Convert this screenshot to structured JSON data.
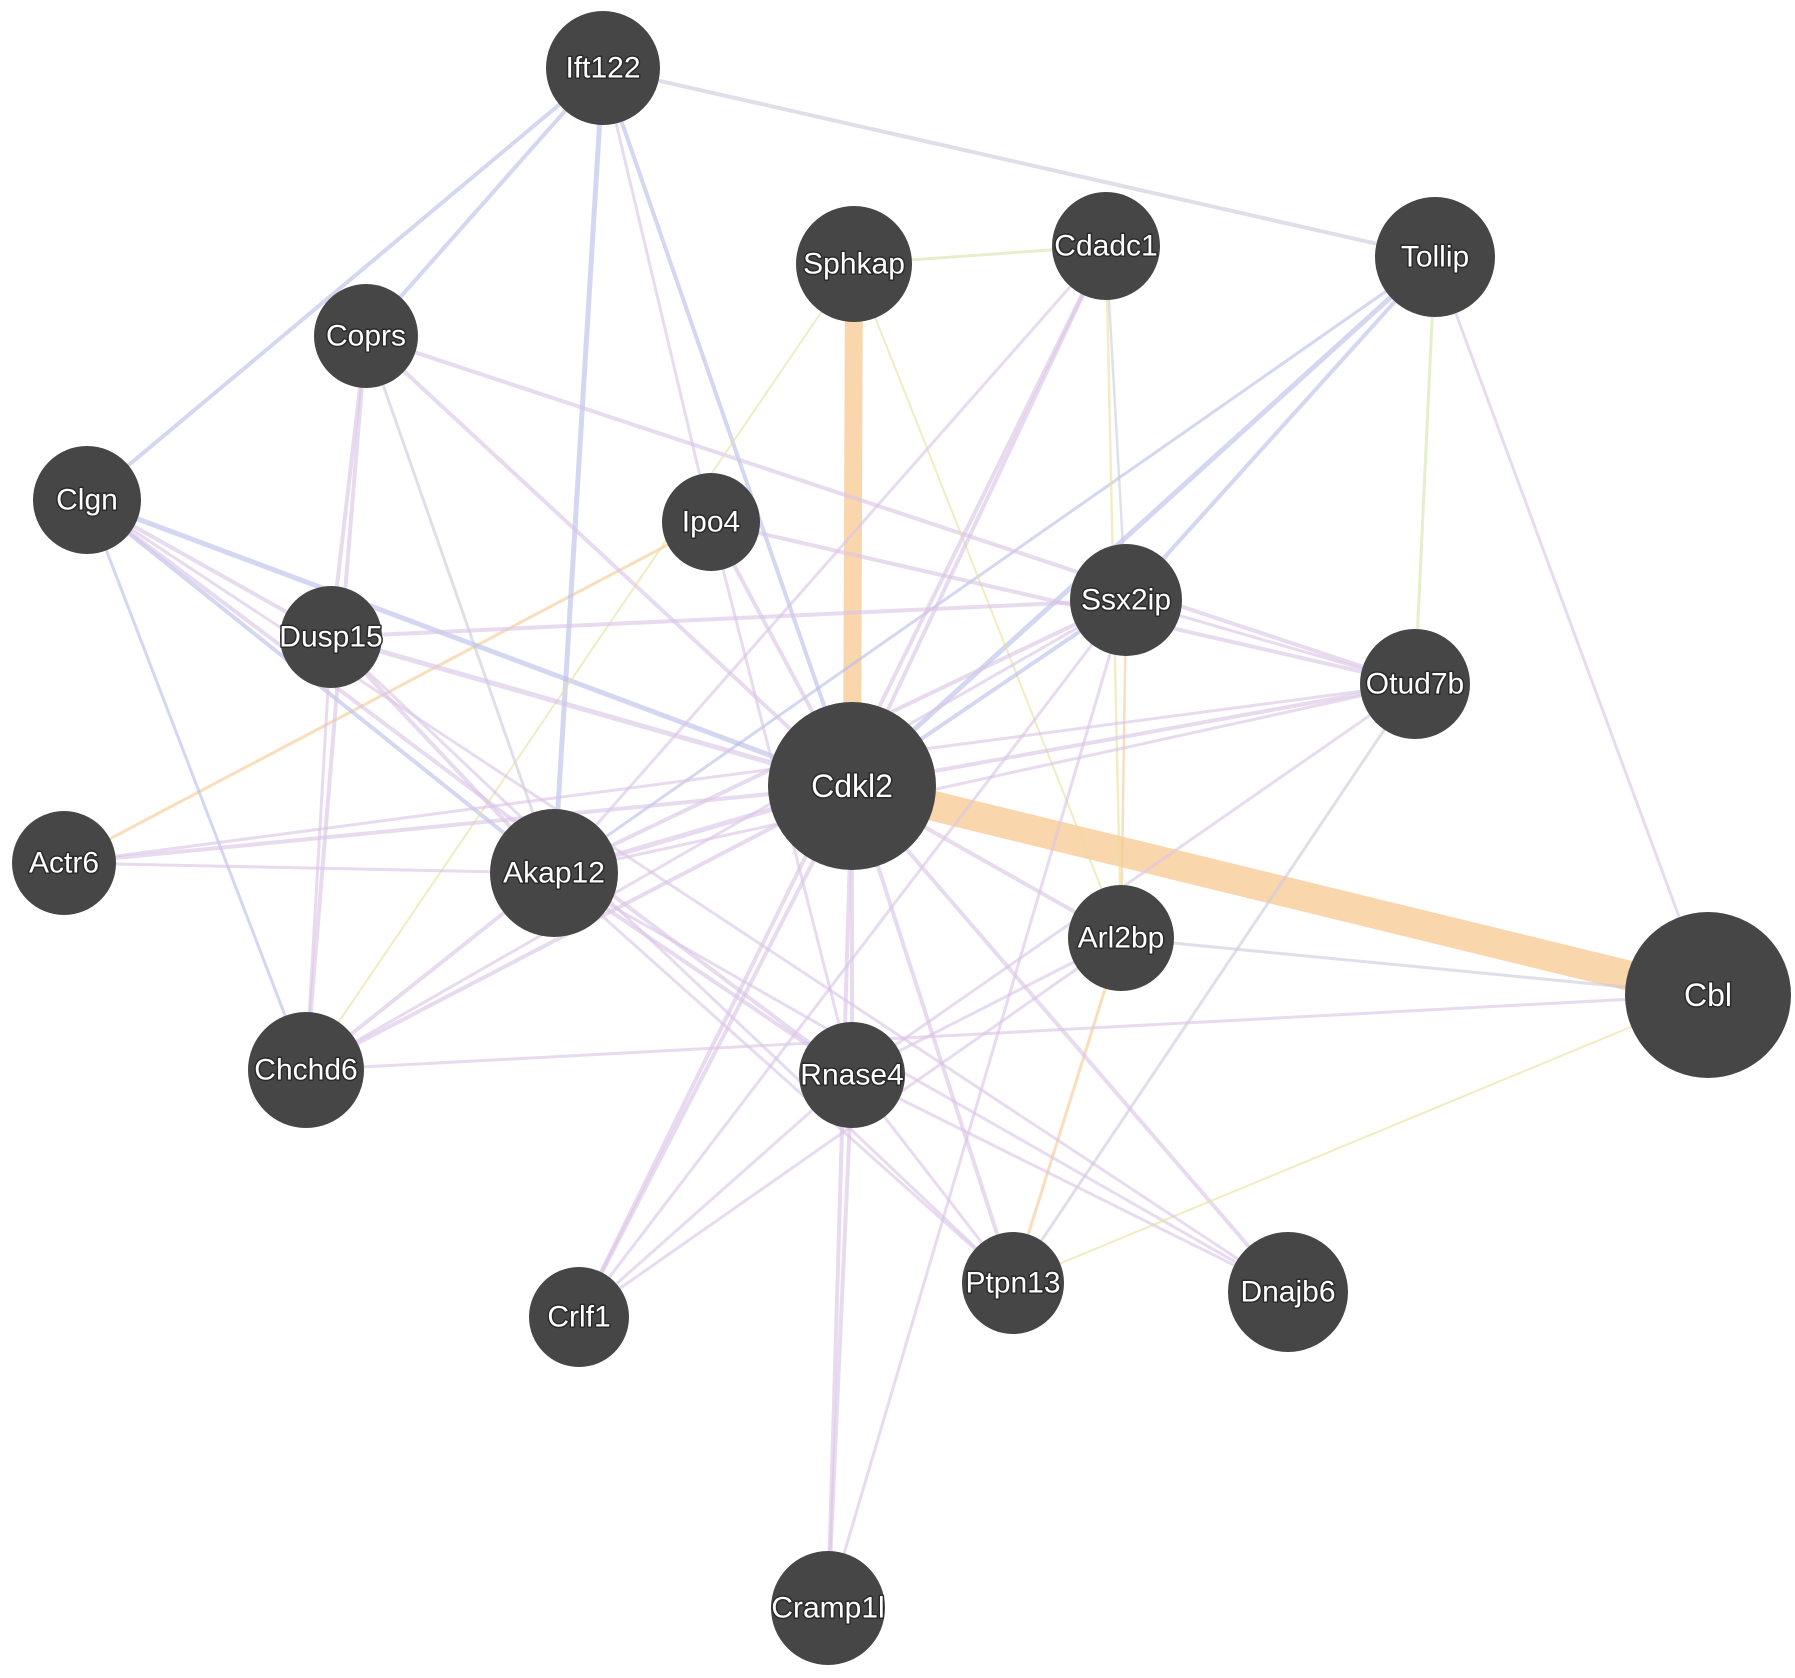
{
  "network": {
    "center_gene": "Cdkl2",
    "edge_colors": {
      "physical": "#b7bde8",
      "coexpression": "#d9c3e6",
      "predicted": "#f7c890",
      "colocalization": "#c9c9dc",
      "pathway": "#e8e09a",
      "genetic": "#d6e4a8"
    },
    "node_color": "#464646",
    "label_color": "#ffffff",
    "nodes": [
      {
        "id": "Ift122",
        "label": "Ift122"
      },
      {
        "id": "Sphkap",
        "label": "Sphkap"
      },
      {
        "id": "Cdadc1",
        "label": "Cdadc1"
      },
      {
        "id": "Tollip",
        "label": "Tollip"
      },
      {
        "id": "Coprs",
        "label": "Coprs"
      },
      {
        "id": "Clgn",
        "label": "Clgn"
      },
      {
        "id": "Ipo4",
        "label": "Ipo4"
      },
      {
        "id": "Ssx2ip",
        "label": "Ssx2ip"
      },
      {
        "id": "Dusp15",
        "label": "Dusp15"
      },
      {
        "id": "Otud7b",
        "label": "Otud7b"
      },
      {
        "id": "Cdkl2",
        "label": "Cdkl2",
        "query": true
      },
      {
        "id": "Actr6",
        "label": "Actr6"
      },
      {
        "id": "Akap12",
        "label": "Akap12"
      },
      {
        "id": "Arl2bp",
        "label": "Arl2bp"
      },
      {
        "id": "Cbl",
        "label": "Cbl"
      },
      {
        "id": "Chchd6",
        "label": "Chchd6"
      },
      {
        "id": "Rnase4",
        "label": "Rnase4"
      },
      {
        "id": "Crlf1",
        "label": "Crlf1"
      },
      {
        "id": "Ptpn13",
        "label": "Ptpn13"
      },
      {
        "id": "Dnajb6",
        "label": "Dnajb6"
      },
      {
        "id": "Cramp1l",
        "label": "Cramp1l"
      }
    ],
    "edges": [
      {
        "source": "Cdkl2",
        "target": "Cbl",
        "type": "predicted",
        "weight": 10
      },
      {
        "source": "Cdkl2",
        "target": "Sphkap",
        "type": "predicted",
        "weight": 6
      },
      {
        "source": "Actr6",
        "target": "Ipo4",
        "type": "predicted",
        "weight": 1.5
      },
      {
        "source": "Arl2bp",
        "target": "Ptpn13",
        "type": "predicted",
        "weight": 1.5
      },
      {
        "source": "Ssx2ip",
        "target": "Arl2bp",
        "type": "predicted",
        "weight": 1.2
      },
      {
        "source": "Ift122",
        "target": "Clgn",
        "type": "physical",
        "weight": 2
      },
      {
        "source": "Ift122",
        "target": "Coprs",
        "type": "physical",
        "weight": 2
      },
      {
        "source": "Ift122",
        "target": "Akap12",
        "type": "physical",
        "weight": 2.5
      },
      {
        "source": "Ift122",
        "target": "Cdkl2",
        "type": "physical",
        "weight": 2
      },
      {
        "source": "Ift122",
        "target": "Tollip",
        "type": "colocalization",
        "weight": 2
      },
      {
        "source": "Ift122",
        "target": "Ipo4",
        "type": "coexpression",
        "weight": 1.5
      },
      {
        "source": "Tollip",
        "target": "Cdkl2",
        "type": "physical",
        "weight": 2.5
      },
      {
        "source": "Tollip",
        "target": "Ssx2ip",
        "type": "physical",
        "weight": 2
      },
      {
        "source": "Tollip",
        "target": "Akap12",
        "type": "physical",
        "weight": 1.5
      },
      {
        "source": "Tollip",
        "target": "Otud7b",
        "type": "genetic",
        "weight": 1.5
      },
      {
        "source": "Tollip",
        "target": "Cbl",
        "type": "coexpression",
        "weight": 1.5
      },
      {
        "source": "Clgn",
        "target": "Cdkl2",
        "type": "physical",
        "weight": 2.5
      },
      {
        "source": "Clgn",
        "target": "Akap12",
        "type": "physical",
        "weight": 2
      },
      {
        "source": "Clgn",
        "target": "Chchd6",
        "type": "physical",
        "weight": 1.5
      },
      {
        "source": "Clgn",
        "target": "Dusp15",
        "type": "coexpression",
        "weight": 2
      },
      {
        "source": "Clgn",
        "target": "Rnase4",
        "type": "coexpression",
        "weight": 2
      },
      {
        "source": "Coprs",
        "target": "Dusp15",
        "type": "coexpression",
        "weight": 2
      },
      {
        "source": "Coprs",
        "target": "Chchd6",
        "type": "coexpression",
        "weight": 2
      },
      {
        "source": "Coprs",
        "target": "Cdkl2",
        "type": "coexpression",
        "weight": 2
      },
      {
        "source": "Coprs",
        "target": "Otud7b",
        "type": "coexpression",
        "weight": 2
      },
      {
        "source": "Coprs",
        "target": "Akap12",
        "type": "colocalization",
        "weight": 1.5
      },
      {
        "source": "Sphkap",
        "target": "Cdadc1",
        "type": "genetic",
        "weight": 1.5
      },
      {
        "source": "Sphkap",
        "target": "Arl2bp",
        "type": "pathway",
        "weight": 1
      },
      {
        "source": "Sphkap",
        "target": "Chchd6",
        "type": "pathway",
        "weight": 1
      },
      {
        "source": "Cdadc1",
        "target": "Cdkl2",
        "type": "coexpression",
        "weight": 2
      },
      {
        "source": "Cdadc1",
        "target": "Crlf1",
        "type": "coexpression",
        "weight": 2
      },
      {
        "source": "Cdadc1",
        "target": "Arl2bp",
        "type": "pathway",
        "weight": 1.2
      },
      {
        "source": "Cdadc1",
        "target": "Ssx2ip",
        "type": "colocalization",
        "weight": 1.2
      },
      {
        "source": "Cdadc1",
        "target": "Akap12",
        "type": "coexpression",
        "weight": 1.5
      },
      {
        "source": "Ipo4",
        "target": "Cdkl2",
        "type": "coexpression",
        "weight": 2
      },
      {
        "source": "Ipo4",
        "target": "Otud7b",
        "type": "coexpression",
        "weight": 2
      },
      {
        "source": "Ipo4",
        "target": "Rnase4",
        "type": "coexpression",
        "weight": 1.5
      },
      {
        "source": "Dusp15",
        "target": "Cdkl2",
        "type": "coexpression",
        "weight": 2.5
      },
      {
        "source": "Dusp15",
        "target": "Ssx2ip",
        "type": "coexpression",
        "weight": 2
      },
      {
        "source": "Dusp15",
        "target": "Akap12",
        "type": "coexpression",
        "weight": 2
      },
      {
        "source": "Dusp15",
        "target": "Chchd6",
        "type": "coexpression",
        "weight": 1.5
      },
      {
        "source": "Dusp15",
        "target": "Ptpn13",
        "type": "coexpression",
        "weight": 1.5
      },
      {
        "source": "Ssx2ip",
        "target": "Cdkl2",
        "type": "physical",
        "weight": 2
      },
      {
        "source": "Ssx2ip",
        "target": "Otud7b",
        "type": "coexpression",
        "weight": 1.5
      },
      {
        "source": "Ssx2ip",
        "target": "Akap12",
        "type": "coexpression",
        "weight": 2
      },
      {
        "source": "Otud7b",
        "target": "Cdkl2",
        "type": "coexpression",
        "weight": 2
      },
      {
        "source": "Otud7b",
        "target": "Akap12",
        "type": "coexpression",
        "weight": 1.5
      },
      {
        "source": "Otud7b",
        "target": "Ptpn13",
        "type": "colocalization",
        "weight": 1.5
      },
      {
        "source": "Otud7b",
        "target": "Rnase4",
        "type": "coexpression",
        "weight": 1.5
      },
      {
        "source": "Actr6",
        "target": "Cdkl2",
        "type": "coexpression",
        "weight": 2
      },
      {
        "source": "Actr6",
        "target": "Akap12",
        "type": "coexpression",
        "weight": 1.5
      },
      {
        "source": "Actr6",
        "target": "Otud7b",
        "type": "coexpression",
        "weight": 1.5
      },
      {
        "source": "Akap12",
        "target": "Cdkl2",
        "type": "coexpression",
        "weight": 2.5
      },
      {
        "source": "Akap12",
        "target": "Rnase4",
        "type": "coexpression",
        "weight": 2
      },
      {
        "source": "Akap12",
        "target": "Chchd6",
        "type": "coexpression",
        "weight": 2
      },
      {
        "source": "Akap12",
        "target": "Dnajb6",
        "type": "coexpression",
        "weight": 1.5
      },
      {
        "source": "Cdkl2",
        "target": "Arl2bp",
        "type": "coexpression",
        "weight": 2
      },
      {
        "source": "Cdkl2",
        "target": "Chchd6",
        "type": "coexpression",
        "weight": 2
      },
      {
        "source": "Cdkl2",
        "target": "Rnase4",
        "type": "coexpression",
        "weight": 2
      },
      {
        "source": "Cdkl2",
        "target": "Crlf1",
        "type": "coexpression",
        "weight": 2
      },
      {
        "source": "Cdkl2",
        "target": "Ptpn13",
        "type": "coexpression",
        "weight": 2
      },
      {
        "source": "Cdkl2",
        "target": "Dnajb6",
        "type": "coexpression",
        "weight": 2
      },
      {
        "source": "Cdkl2",
        "target": "Cramp1l",
        "type": "coexpression",
        "weight": 2
      },
      {
        "source": "Arl2bp",
        "target": "Cbl",
        "type": "colocalization",
        "weight": 1.5
      },
      {
        "source": "Arl2bp",
        "target": "Rnase4",
        "type": "coexpression",
        "weight": 1.5
      },
      {
        "source": "Arl2bp",
        "target": "Crlf1",
        "type": "coexpression",
        "weight": 1.5
      },
      {
        "source": "Chchd6",
        "target": "Cbl",
        "type": "coexpression",
        "weight": 1.5
      },
      {
        "source": "Chchd6",
        "target": "Ssx2ip",
        "type": "coexpression",
        "weight": 1.5
      },
      {
        "source": "Rnase4",
        "target": "Cramp1l",
        "type": "coexpression",
        "weight": 2
      },
      {
        "source": "Rnase4",
        "target": "Ptpn13",
        "type": "coexpression",
        "weight": 1.5
      },
      {
        "source": "Rnase4",
        "target": "Dnajb6",
        "type": "coexpression",
        "weight": 1.5
      },
      {
        "source": "Rnase4",
        "target": "Crlf1",
        "type": "coexpression",
        "weight": 1.5
      },
      {
        "source": "Ptpn13",
        "target": "Cbl",
        "type": "pathway",
        "weight": 1
      },
      {
        "source": "Ptpn13",
        "target": "Akap12",
        "type": "coexpression",
        "weight": 1.5
      },
      {
        "source": "Dnajb6",
        "target": "Clgn",
        "type": "coexpression",
        "weight": 1.5
      },
      {
        "source": "Crlf1",
        "target": "Ssx2ip",
        "type": "coexpression",
        "weight": 1.5
      },
      {
        "source": "Cramp1l",
        "target": "Ssx2ip",
        "type": "coexpression",
        "weight": 1.5
      }
    ]
  }
}
